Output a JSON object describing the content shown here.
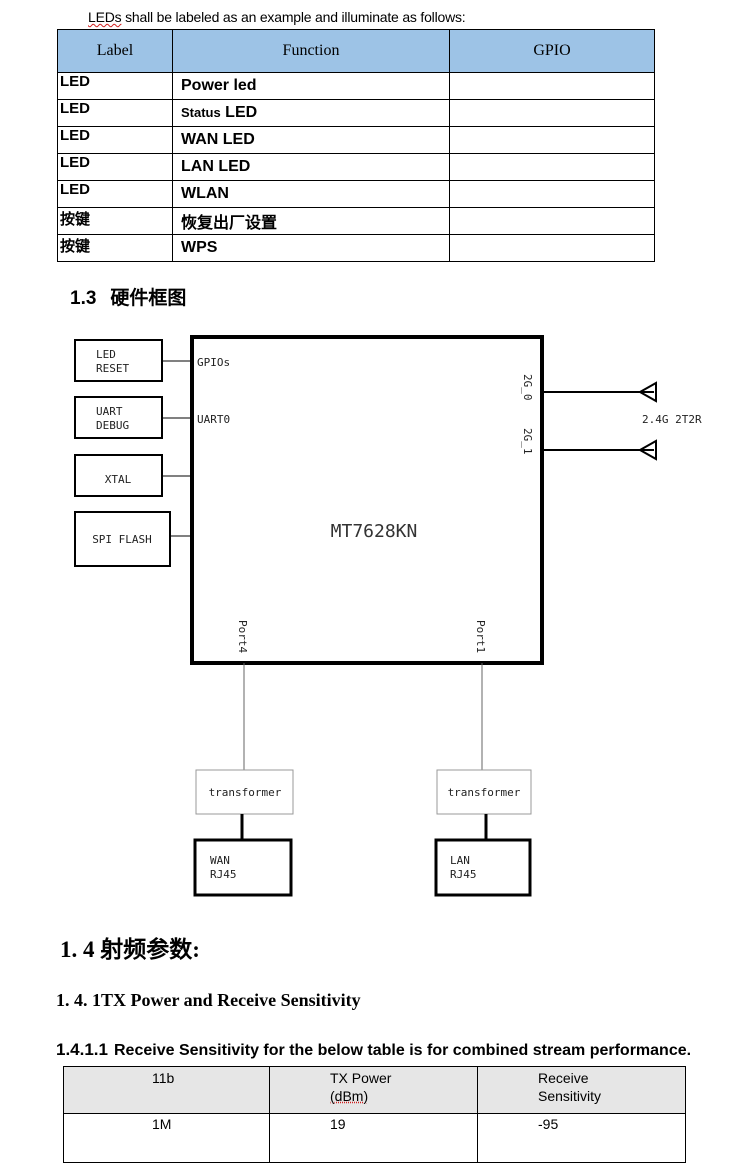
{
  "intro": {
    "leds_word": "LEDs",
    "rest": " shall be labeled as an example and illuminate as follows:"
  },
  "led_table": {
    "headers": [
      "Label",
      "Function",
      "GPIO"
    ],
    "rows": [
      {
        "label": "LED",
        "function": "Power led",
        "gpio": ""
      },
      {
        "label": "LED",
        "function_small": "Status",
        "function": " LED",
        "gpio": ""
      },
      {
        "label": "LED",
        "function": "WAN LED",
        "gpio": ""
      },
      {
        "label": "LED",
        "function": "LAN LED",
        "gpio": ""
      },
      {
        "label": "LED",
        "function": "WLAN",
        "gpio": ""
      },
      {
        "label": "按键",
        "function": "恢复出厂设置",
        "gpio": ""
      },
      {
        "label": "按键",
        "function": "WPS",
        "gpio": ""
      }
    ]
  },
  "section_1_3": {
    "num": "1.3",
    "title": "硬件框图"
  },
  "diagram": {
    "chip": "MT7628KN",
    "left_boxes": [
      {
        "line1": "LED",
        "line2": "RESET"
      },
      {
        "line1": "UART",
        "line2": "DEBUG"
      },
      {
        "line1": "XTAL",
        "line2": ""
      },
      {
        "line1": "SPI FLASH",
        "line2": ""
      }
    ],
    "chip_pins": [
      "GPIOs",
      "UART0",
      "2G_0",
      "2G_1",
      "Port4",
      "Port1"
    ],
    "antenna_label": "2.4G 2T2R",
    "transformers": [
      "transformer",
      "transformer"
    ],
    "jacks": [
      {
        "line1": "WAN",
        "line2": "RJ45"
      },
      {
        "line1": "LAN",
        "line2": "RJ45"
      }
    ]
  },
  "section_1_4": {
    "title": "1. 4 射频参数:"
  },
  "section_1_4_1": {
    "title": "1. 4. 1TX Power and Receive Sensitivity"
  },
  "section_1_4_1_1": {
    "num": "1.4.1.1",
    "title": "Receive Sensitivity for the below table is for combined stream performance."
  },
  "rx_table": {
    "headers": [
      {
        "line1": "11b",
        "line2": ""
      },
      {
        "line1": "TX Power",
        "line2": "(dBm)"
      },
      {
        "line1": "Receive",
        "line2": "Sensitivity"
      }
    ],
    "rows": [
      [
        "1M",
        "19",
        "-95"
      ]
    ]
  }
}
